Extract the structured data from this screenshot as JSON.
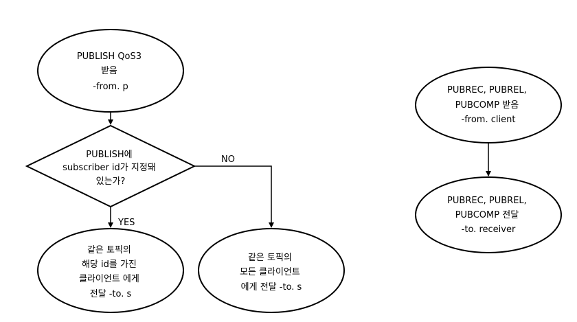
{
  "diagram": {
    "nodes": {
      "publish_received": {
        "lines": [
          "PUBLISH QoS3",
          "받음",
          "-from. p"
        ]
      },
      "decision": {
        "lines": [
          "PUBLISH에",
          "subscriber id가 지정돼",
          "있는가?"
        ]
      },
      "send_to_id": {
        "lines": [
          "같은 토픽의",
          "해당 id를 가진",
          "클라이언트 에게",
          "전달 -to. s"
        ]
      },
      "send_to_all": {
        "lines": [
          "같은 토픽의",
          "모든 클라이언트",
          "에게 전달 -to. s"
        ]
      },
      "pubrec_received": {
        "lines": [
          "PUBREC, PUBREL,",
          "PUBCOMP 받음",
          "-from. client"
        ]
      },
      "pubrec_send": {
        "lines": [
          "PUBREC, PUBREL,",
          "PUBCOMP 전달",
          "-to. receiver"
        ]
      }
    },
    "edges": {
      "yes_label": "YES",
      "no_label": "NO"
    }
  }
}
